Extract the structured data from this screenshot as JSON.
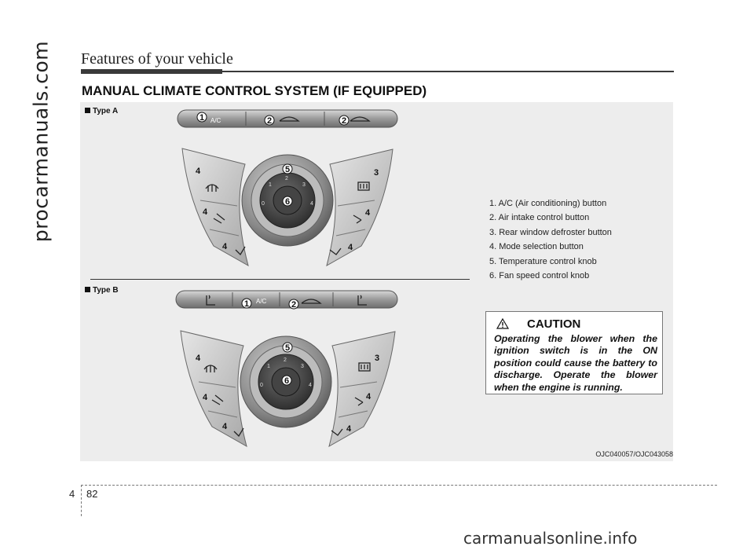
{
  "watermark_side": "procarmanuals.com",
  "section_title": "Features of your vehicle",
  "heading": "MANUAL CLIMATE CONTROL SYSTEM (IF EQUIPPED)",
  "type_a_label": "Type A",
  "type_b_label": "Type B",
  "legend": [
    "1. A/C (Air conditioning) button",
    "2. Air intake control button",
    "3. Rear window defroster button",
    "4. Mode selection button",
    "5. Temperature control knob",
    "6. Fan speed control knob"
  ],
  "panel_labels": {
    "ac": "A/C",
    "callouts": [
      "1",
      "2",
      "3",
      "4",
      "5",
      "6"
    ],
    "fan_ticks": [
      "0",
      "1",
      "2",
      "3",
      "4"
    ]
  },
  "caution": {
    "title": "CAUTION",
    "text": "Operating the blower when the ignition switch is in the ON position could cause the battery to discharge. Operate the blower when the engine is running."
  },
  "image_code": "OJC040057/OJC043058",
  "page_section": "4",
  "page_number": "82",
  "watermark_site": "carmanualsonline.info",
  "icons": [
    "defrost-icon",
    "recirculate-icon",
    "seat-heater-icon",
    "rear-defrost-icon",
    "vent-icon",
    "floor-icon",
    "warning-icon"
  ]
}
